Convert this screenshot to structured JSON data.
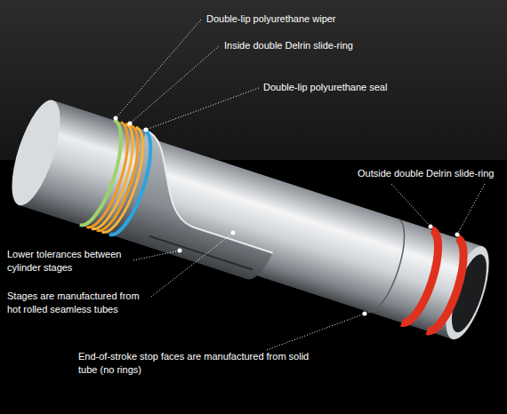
{
  "diagram": {
    "labels": [
      "Double-lip polyurethane wiper",
      "Inside double Delrin slide-ring",
      "Double-lip polyurethane seal",
      "Outside double Delrin slide-ring",
      "Lower tolerances between cylinder stages",
      "Stages are manufactured from hot rolled seamless tubes",
      "End-of-stroke stop faces are manufactured from solid tube (no rings)"
    ]
  }
}
